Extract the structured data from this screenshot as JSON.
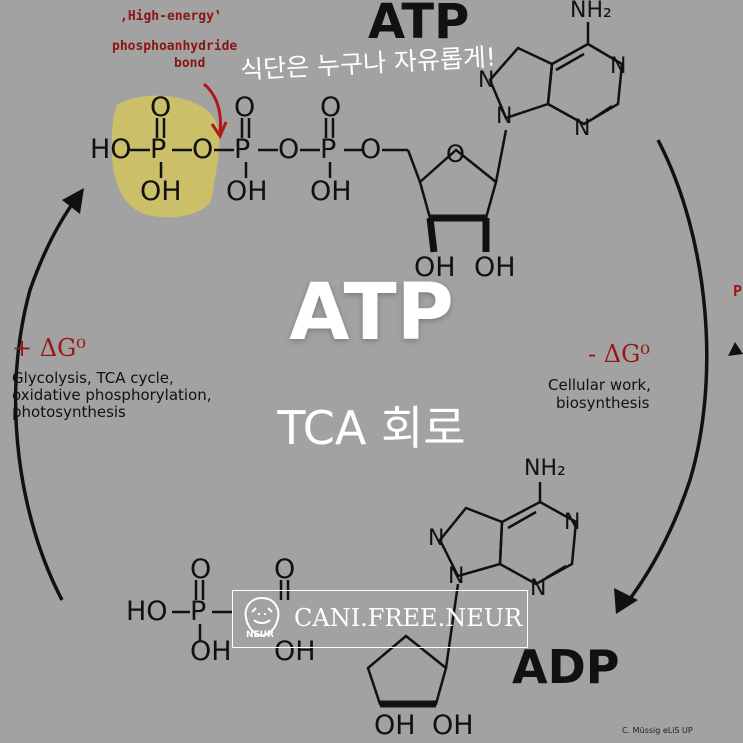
{
  "diagram": {
    "atp_title": "ATP",
    "adp_title": "ADP",
    "annotation": [
      "‚High-energy‛",
      "phosphoanhydride",
      "bond"
    ],
    "gain_label": "+ ΔG⁰",
    "gain_processes": [
      "Glycolysis, TCA cycle,",
      "oxidative phosphorylation,",
      "photosynthesis"
    ],
    "loss_label": "- ΔG⁰",
    "loss_processes": [
      "Cellular work,",
      "biosynthesis"
    ],
    "credit": "C. Müssig eLiS UP",
    "edge_partial": "P",
    "atoms": {
      "HO": "HO",
      "P": "P",
      "O": "O",
      "OH": "OH",
      "N": "N",
      "NH2": "NH₂"
    }
  },
  "overlay": {
    "title": "ATP",
    "subtitle": "TCA 회로",
    "handwriting": "식단은 누구나 자유롭게!"
  },
  "watermark": {
    "logo_text": "NEUR",
    "text": "CANI.FREE.NEUR"
  },
  "colors": {
    "background": "#a2a2a2",
    "highlight": "#d8c95a",
    "annotation_red": "#8a1414",
    "overlay_text": "#ffffff"
  }
}
